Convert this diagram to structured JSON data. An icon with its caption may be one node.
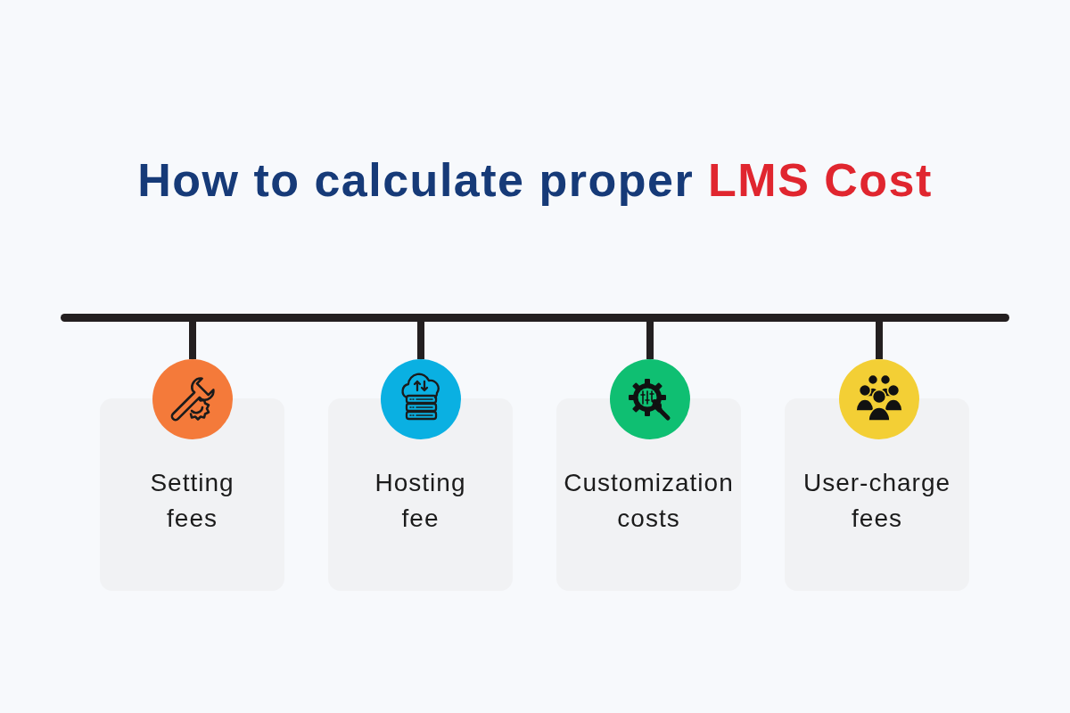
{
  "diagram": {
    "title": "How to calculate proper **LMS Cost**",
    "nodes": [
      {
        "text": [],
        "shape": "bar"
      },
      {
        "text": [],
        "shape": "circle"
      },
      {
        "text": [
          "Setting fees"
        ]
      },
      {
        "text": [],
        "shape": "circle"
      },
      {
        "text": [
          "Hosting fee"
        ]
      },
      {
        "text": [],
        "shape": "circle"
      },
      {
        "text": [
          "Customization costs"
        ]
      },
      {
        "text": [],
        "shape": "circle"
      },
      {
        "text": [
          "User-charge fees"
        ]
      }
    ],
    "edges": [
      {
        "from": 0,
        "to": 1,
        "arrow": "none"
      },
      {
        "from": 0,
        "to": 3,
        "arrow": "none"
      },
      {
        "from": 0,
        "to": 5,
        "arrow": "none"
      },
      {
        "from": 0,
        "to": 7,
        "arrow": "none"
      }
    ]
  }
}
